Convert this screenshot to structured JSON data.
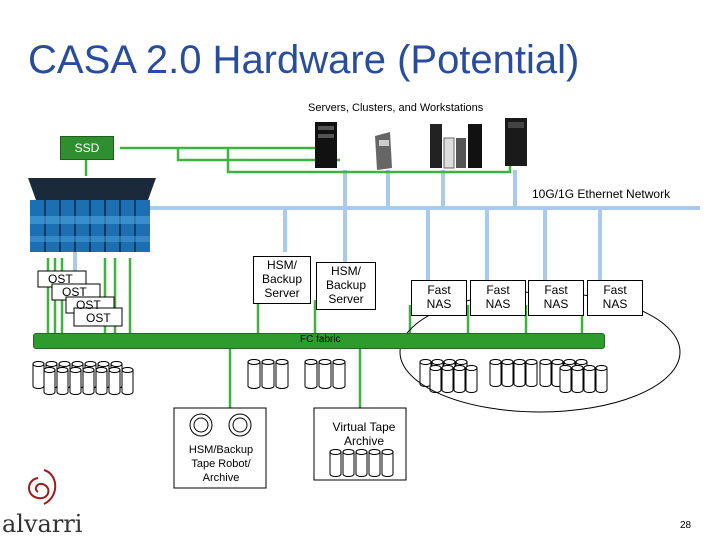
{
  "title": "CASA 2.0 Hardware (Potential)",
  "servers_caption": "Servers, Clusters, and Workstations",
  "ssd_label": "SSD",
  "ethernet_caption": "10G/1G Ethernet Network",
  "ost_labels": [
    "OST",
    "OST",
    "OST",
    "OST"
  ],
  "hsm_servers": [
    "HSM/\nBackup\nServer",
    "HSM/\nBackup\nServer"
  ],
  "nas_labels": [
    "Fast\nNAS",
    "Fast\nNAS",
    "Fast\nNAS",
    "Fast\nNAS"
  ],
  "fc_label": "FC fabric",
  "tape_robot_label": "HSM/Backup\nTape Robot/\nArchive",
  "virtual_tape_label": "Virtual Tape\nArchive",
  "logo_text": "alvarri",
  "page_number": "28",
  "colors": {
    "title": "#2a4d9b",
    "ethernet": "#a9c9ee",
    "fc": "#2f9b2f",
    "ssd": "#2f8f2f"
  }
}
